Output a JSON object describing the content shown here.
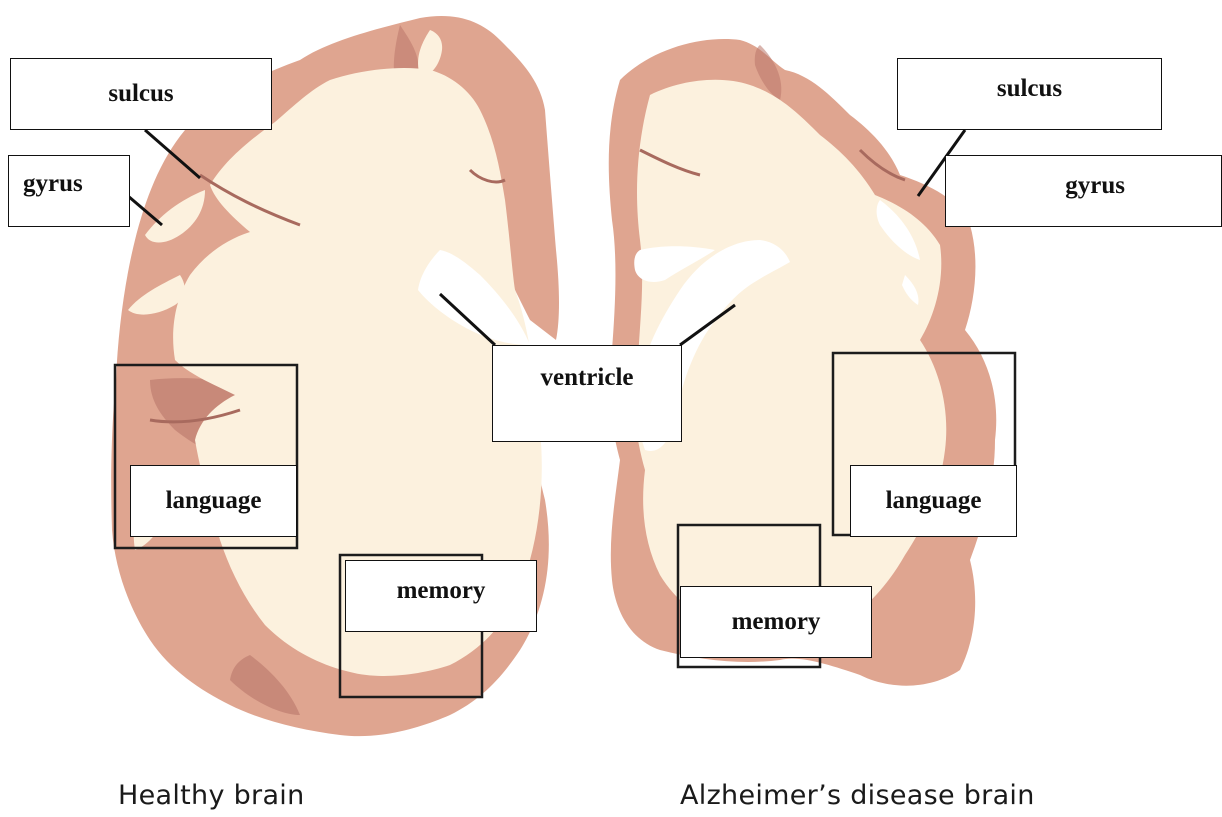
{
  "colors": {
    "grey_matter": "#dfa590",
    "grey_matter_dark": "#b9776a",
    "white_matter": "#fcf1de",
    "outline": "#111111"
  },
  "labels": {
    "healthy": {
      "sulcus": "sulcus",
      "gyrus": "gyrus",
      "language": "language",
      "memory": "memory"
    },
    "shared": {
      "ventricle": "ventricle"
    },
    "alzheimers": {
      "sulcus": "sulcus",
      "gyrus": "gyrus",
      "language": "language",
      "memory": "memory"
    }
  },
  "captions": {
    "healthy": "Healthy brain",
    "alzheimers": "Alzheimer’s disease brain"
  }
}
